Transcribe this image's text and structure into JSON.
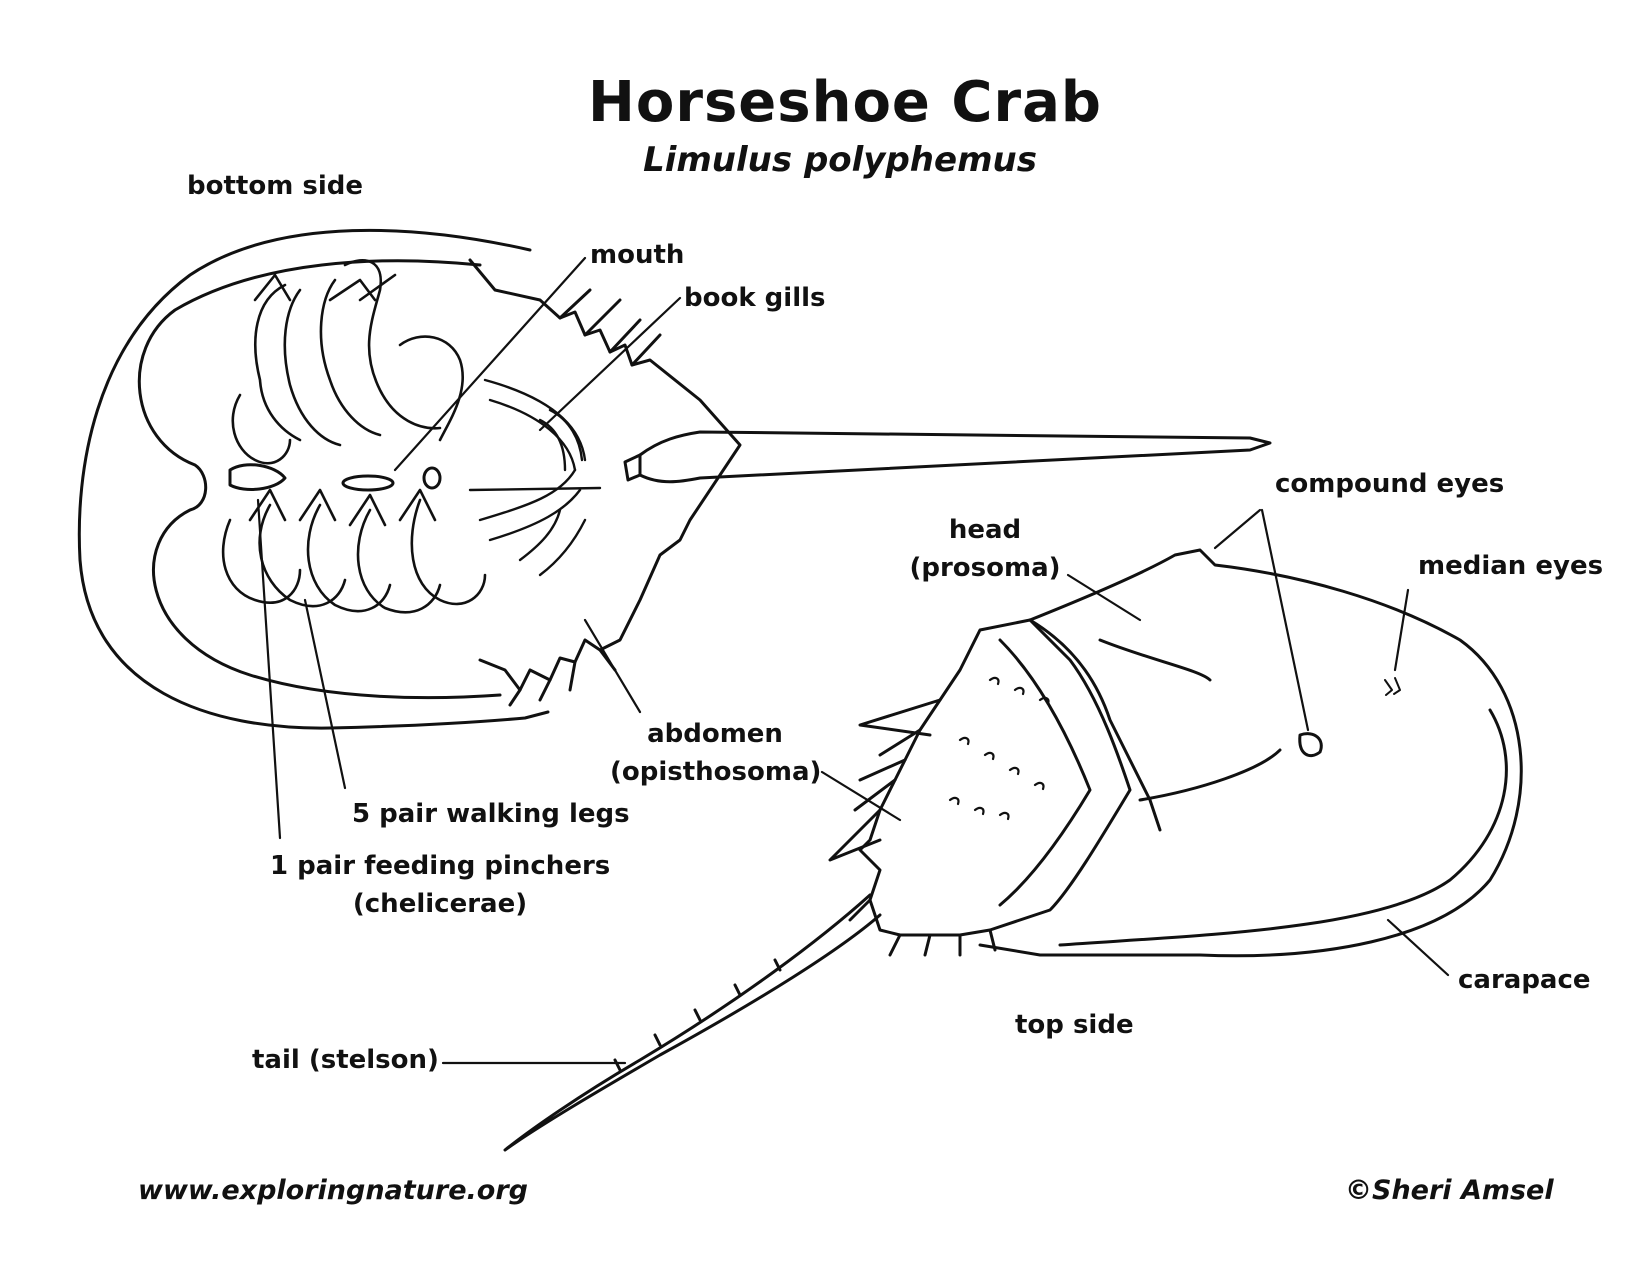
{
  "title": "Horseshoe Crab",
  "subtitle": "Limulus polyphemus",
  "views": {
    "bottom": "bottom side",
    "top": "top side"
  },
  "labels": {
    "mouth": "mouth",
    "book_gills": "book gills",
    "compound_eyes": "compound eyes",
    "head_1": "head",
    "head_2": "(prosoma)",
    "median_eyes": "median eyes",
    "abdomen_1": "abdomen",
    "abdomen_2": "(opisthosoma)",
    "walking_legs": "5 pair walking legs",
    "pinchers_1": "1 pair feeding pinchers",
    "pinchers_2": "(chelicerae)",
    "carapace": "carapace",
    "tail": "tail (stelson)"
  },
  "footer": {
    "website": "www.exploringnature.org",
    "copyright": "©Sheri Amsel"
  },
  "colors": {
    "ink": "#111111",
    "paper": "#ffffff"
  }
}
